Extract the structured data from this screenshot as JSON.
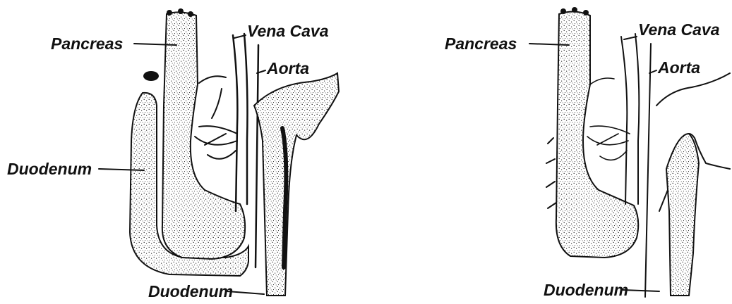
{
  "figure": {
    "left_panel": {
      "labels": {
        "pancreas": "Pancreas",
        "vena_cava": "Vena Cava",
        "aorta": "Aorta",
        "duodenum_left": "Duodenum",
        "duodenum_bottom": "Duodenum"
      }
    },
    "right_panel": {
      "labels": {
        "pancreas": "Pancreas",
        "vena_cava": "Vena Cava",
        "aorta": "Aorta",
        "duodenum_bottom": "Duodenum"
      }
    }
  },
  "colors": {
    "ink": "#111111",
    "background": "#ffffff"
  }
}
